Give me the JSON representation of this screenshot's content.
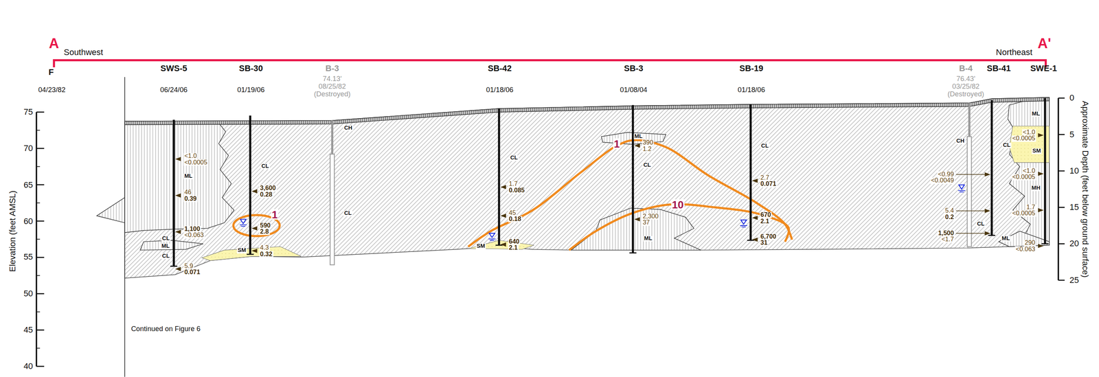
{
  "diagram": {
    "labels": [
      "A",
      "Southwest",
      "Northeast",
      "A'",
      "F",
      "04/23/82",
      "SWS-5",
      "06/24/06",
      "SB-30",
      "01/19/06",
      "B-3",
      "74.13'",
      "08/25/82",
      "(Destroyed)",
      "SB-42",
      "01/18/06",
      "SB-3",
      "01/08/04",
      "SB-19",
      "01/18/06",
      "B-4",
      "76.43'",
      "03/25/82",
      "(Destroyed)",
      "SB-41",
      "SWE-1",
      "Elevation (feet AMSL)",
      "75",
      "70",
      "65",
      "60",
      "55",
      "50",
      "45",
      "40",
      "Approximate Depth (feet below ground surface)",
      "0",
      "5",
      "10",
      "15",
      "20",
      "25",
      "ML",
      "CL",
      "CL",
      "ML",
      "CL",
      "SM",
      "CH",
      "CL",
      "CL",
      "SM",
      "ML",
      "CL",
      "ML",
      "CL",
      "CH",
      "CL",
      "CL",
      "ML",
      "SM",
      "MH",
      "ML",
      "<1.0",
      "<0.0005",
      "46",
      "0.39",
      "1,100",
      "<0.063",
      "5.9",
      "0.071",
      "3,600",
      "0.28",
      "590",
      "2.8",
      "4.3",
      "0.32",
      "1.7",
      "0.085",
      "45",
      "0.18",
      "640",
      "2.1",
      "390",
      "1.2",
      "2,300",
      "37",
      "2.7",
      "0.071",
      "670",
      "2.1",
      "6,700",
      "31",
      "<0.99",
      "<0.0049",
      "5.4",
      "0.2",
      "1,500",
      "<1.7",
      "<1.0",
      "<0.0005",
      "<1.0",
      "<0.0005",
      "1.7",
      "<0.0005",
      "290",
      "<0.063",
      "1",
      "1",
      "10",
      "Continued on Figure 6"
    ]
  }
}
